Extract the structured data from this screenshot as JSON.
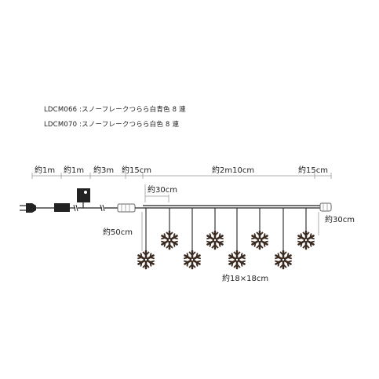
{
  "models": [
    "LDCM066 :スノーフレークつらら白青色 8 連",
    "LDCM070 :スノーフレークつらら白色 8 連"
  ],
  "dimensions": {
    "seg1": "約1m",
    "seg2": "約1m",
    "seg3": "約3m",
    "seg4": "約15cm",
    "seg5": "約2m10cm",
    "seg6": "約15cm",
    "spacing": "約30cm",
    "drop_long": "約50cm",
    "drop_end": "約30cm",
    "flake_size": "約18×18cm"
  },
  "colors": {
    "line": "#222222",
    "snowflake": "#3a2a20"
  }
}
